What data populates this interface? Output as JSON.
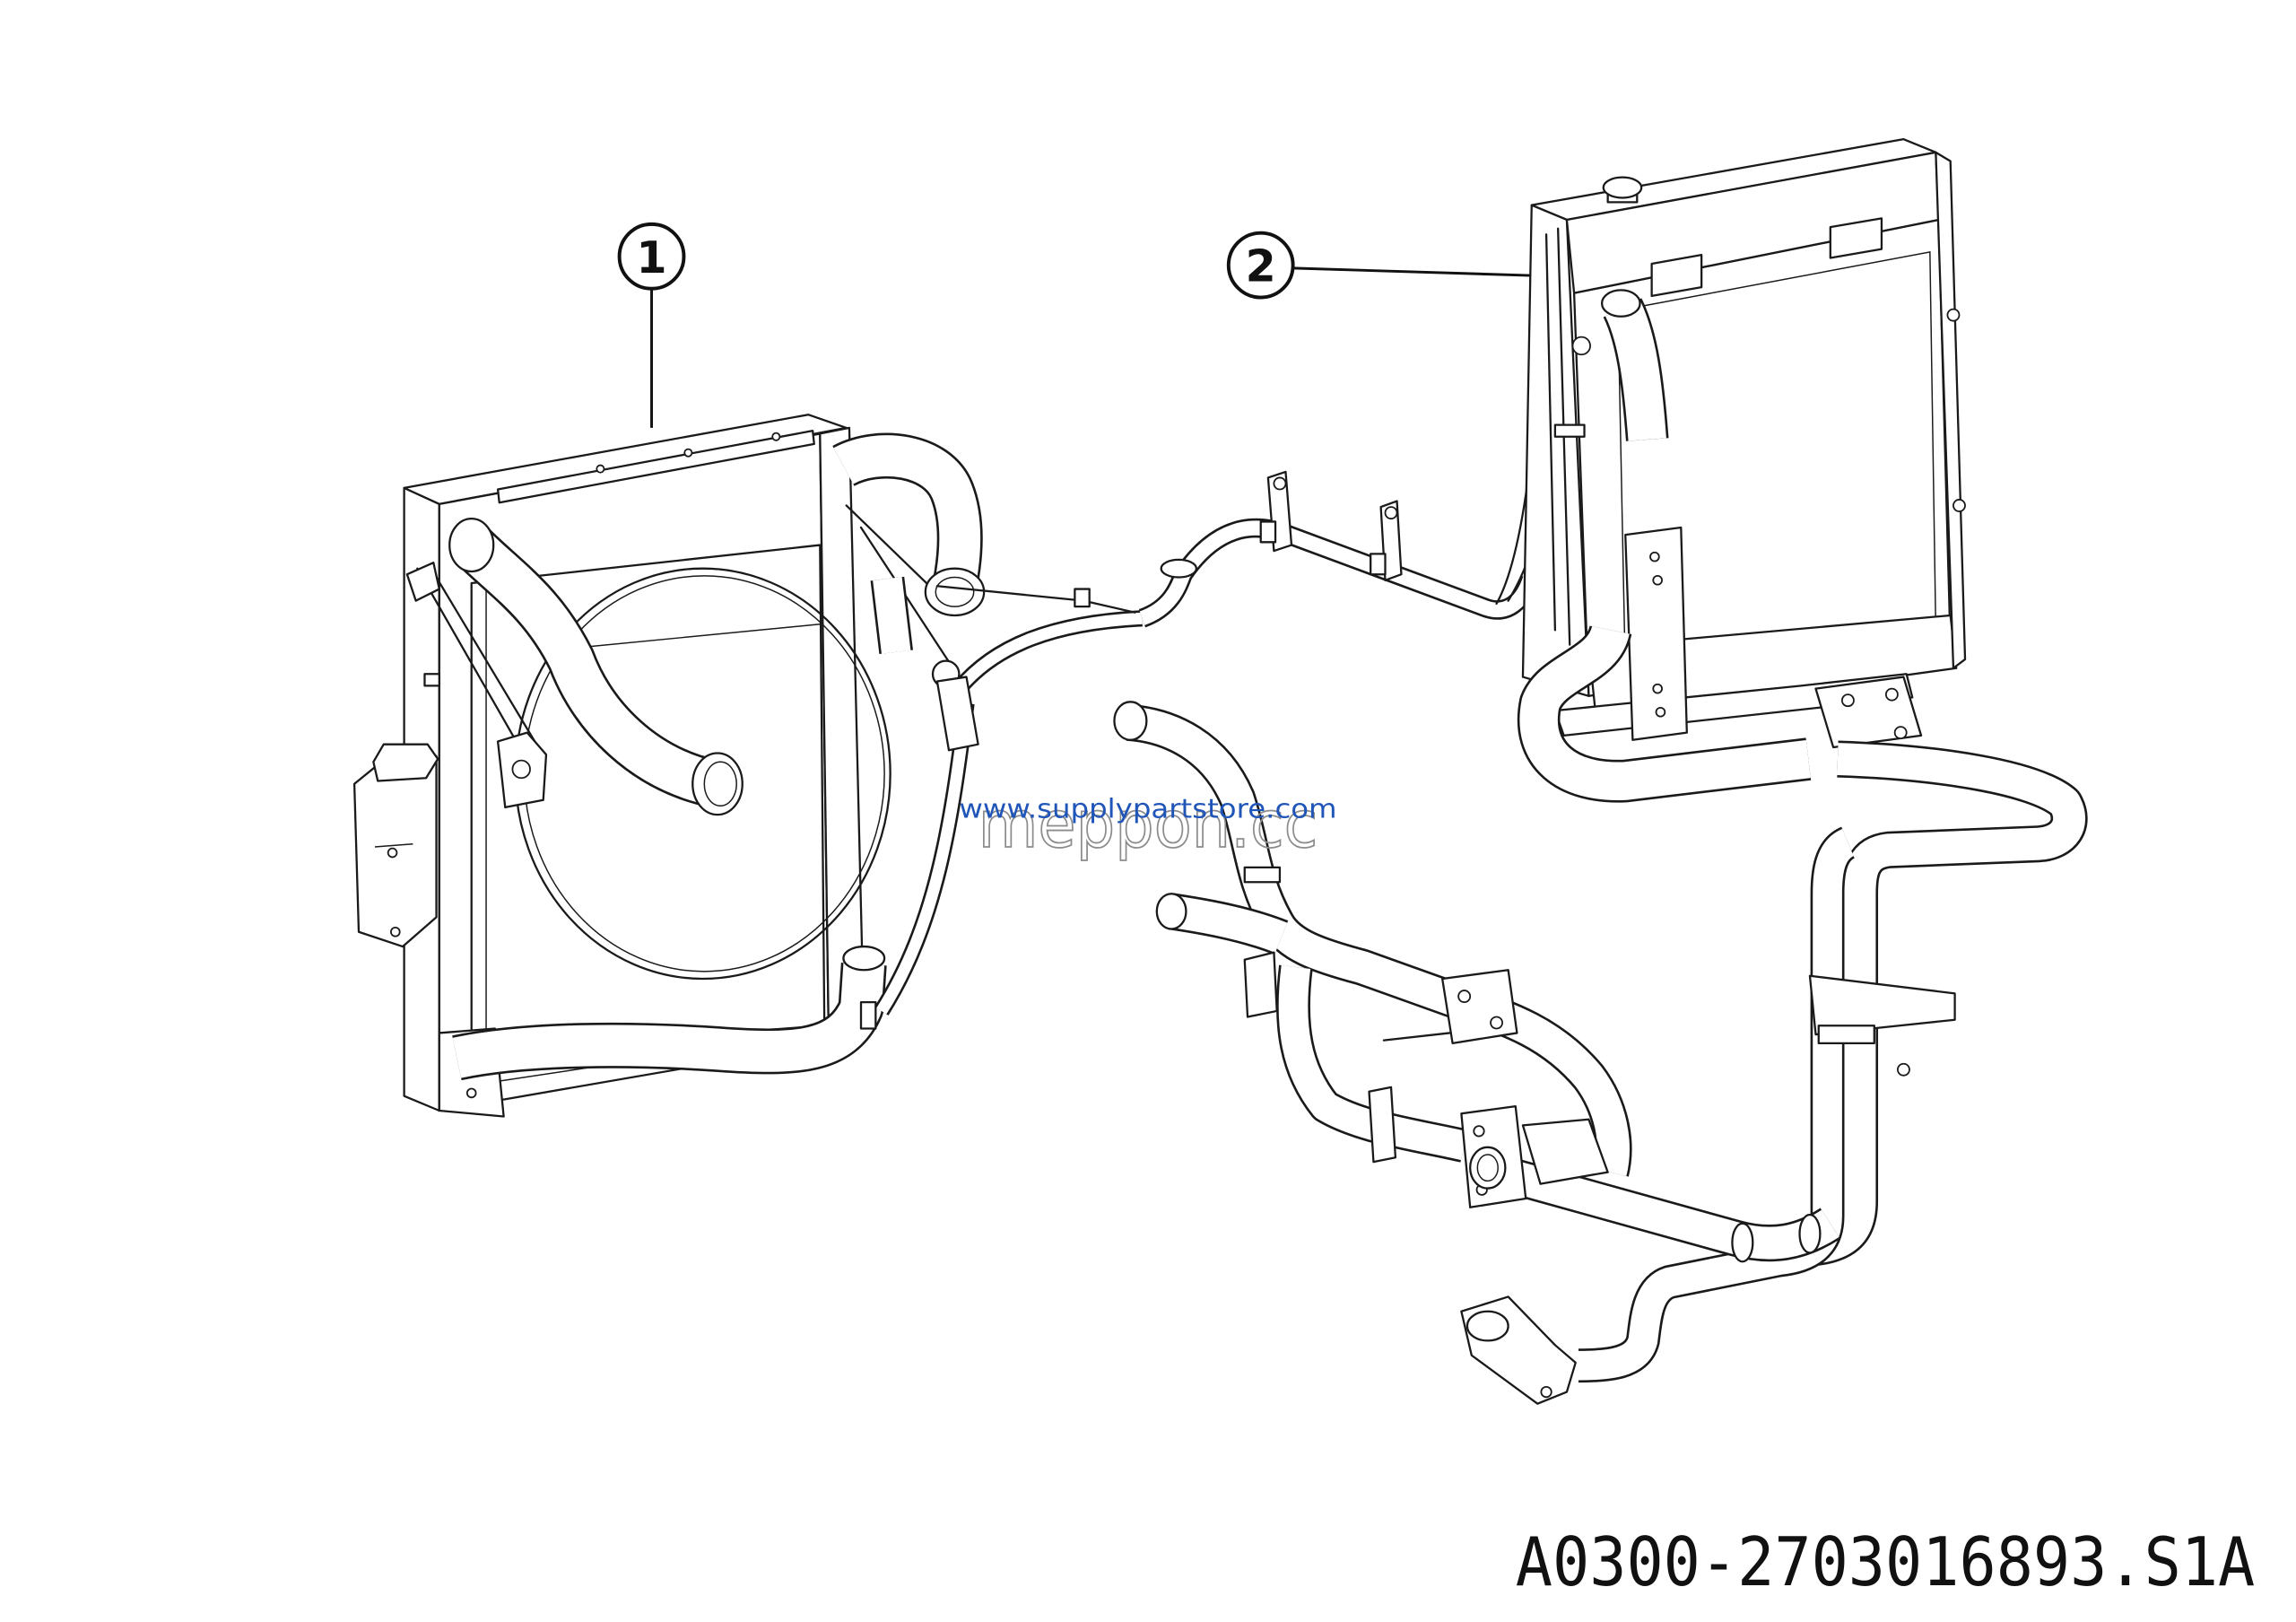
{
  "callouts": [
    {
      "label": "1"
    },
    {
      "label": "2"
    }
  ],
  "watermarks": {
    "primary": "meppon.cc",
    "secondary": "www.supplypartstore.com"
  },
  "drawing_code": "A0300-2703016893.S1A",
  "colors": {
    "line": "#1a1a1a",
    "background": "#ffffff",
    "watermark_gray": "#8c8c8c",
    "watermark_blue": "#1f55b8"
  }
}
